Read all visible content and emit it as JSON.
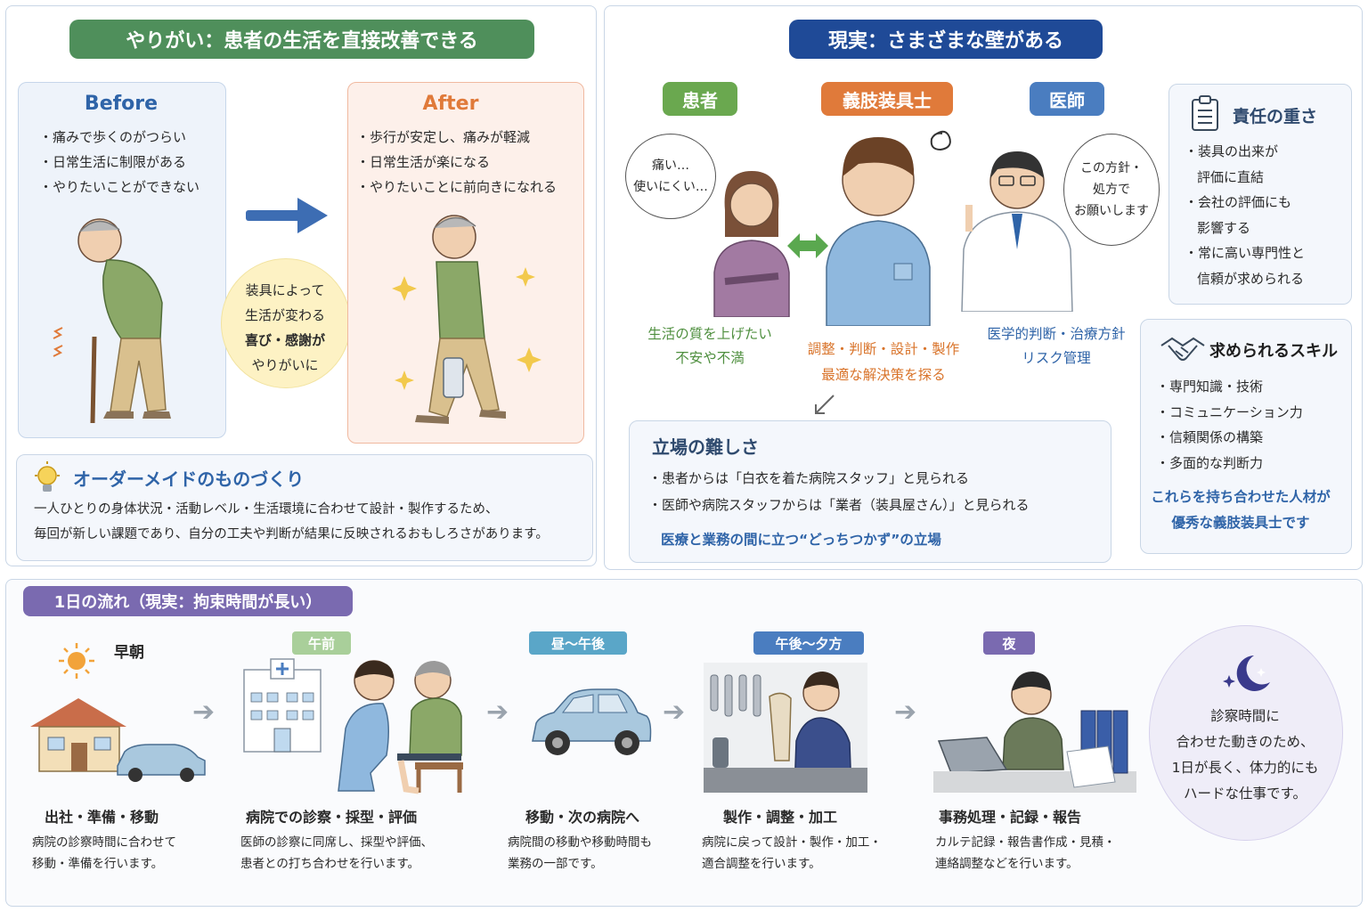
{
  "left_panel": {
    "header": "やりがい：患者の生活を直接改善できる",
    "before": {
      "title": "Before",
      "items": [
        "痛みで歩くのがつらい",
        "日常生活に制限がある",
        "やりたいことができない"
      ]
    },
    "after": {
      "title": "After",
      "items": [
        "歩行が安定し、痛みが軽減",
        "日常生活が楽になる",
        "やりたいことに前向きになれる"
      ]
    },
    "center_circle": {
      "line1": "装具によって",
      "line2": "生活が変わる",
      "line3": "喜び・感謝が",
      "line4": "やりがいに"
    },
    "custom": {
      "title": "オーダーメイドのものづくり",
      "line1": "一人ひとりの身体状況・活動レベル・生活環境に合わせて設計・製作するため、",
      "line2": "毎回が新しい課題であり、自分の工夫や判断が結果に反映されるおもしろさがあります。"
    }
  },
  "right_panel": {
    "header": "現実：さまざまな壁がある",
    "roles": {
      "patient": {
        "label": "患者",
        "speech": [
          "痛い…",
          "使いにくい…"
        ],
        "caption": [
          "生活の質を上げたい",
          "不安や不満"
        ]
      },
      "prosthetist": {
        "label": "義肢装具士",
        "caption": [
          "調整・判断・設計・製作",
          "最適な解決策を探る"
        ]
      },
      "doctor": {
        "label": "医師",
        "speech": [
          "この方針・",
          "処方で",
          "お願いします"
        ],
        "caption": [
          "医学的判断・治療方針",
          "リスク管理"
        ]
      }
    },
    "position": {
      "title": "立場の難しさ",
      "items": [
        "患者からは「白衣を着た病院スタッフ」と見られる",
        "医師や病院スタッフからは「業者（装具屋さん）」と見られる"
      ],
      "highlight": "医療と業務の間に立つ“どっちつかず”の立場"
    },
    "responsibility": {
      "title": "責任の重さ",
      "items": [
        [
          "装具の出来が",
          "評価に直結"
        ],
        [
          "会社の評価にも",
          "影響する"
        ],
        [
          "常に高い専門性と",
          "信頼が求められる"
        ]
      ]
    },
    "skills": {
      "title": "求められるスキル",
      "items": [
        "専門知識・技術",
        "コミュニケーション力",
        "信頼関係の構築",
        "多面的な判断力"
      ],
      "conclusion": [
        "これらを持ち合わせた人材が",
        "優秀な義肢装具士です"
      ]
    }
  },
  "day_flow": {
    "header": "1日の流れ（現実：拘束時間が長い）",
    "steps": [
      {
        "tag": "早朝",
        "title": "出社・準備・移動",
        "desc": [
          "病院の診察時間に合わせて",
          "移動・準備を行います。"
        ]
      },
      {
        "tag": "午前",
        "title": "病院での診察・採型・評価",
        "desc": [
          "医師の診察に同席し、採型や評価、",
          "患者との打ち合わせを行います。"
        ]
      },
      {
        "tag": "昼〜午後",
        "title": "移動・次の病院へ",
        "desc": [
          "病院間の移動や移動時間も",
          "業務の一部です。"
        ]
      },
      {
        "tag": "午後〜夕方",
        "title": "製作・調整・加工",
        "desc": [
          "病院に戻って設計・製作・加工・",
          "適合調整を行います。"
        ]
      },
      {
        "tag": "夜",
        "title": "事務処理・記録・報告",
        "desc": [
          "カルテ記録・報告書作成・見積・",
          "連絡調整などを行います。"
        ]
      }
    ],
    "summary": [
      "診察時間に",
      "合わせた動きのため、",
      "1日が長く、体力的にも",
      "ハードな仕事です。"
    ]
  },
  "colors": {
    "green": "#4f8f5b",
    "navy": "#1f4a97",
    "purple": "#6a5aa5",
    "orange": "#e07a3a",
    "blue": "#4a7dc0",
    "patient_green": "#6aa84f"
  }
}
